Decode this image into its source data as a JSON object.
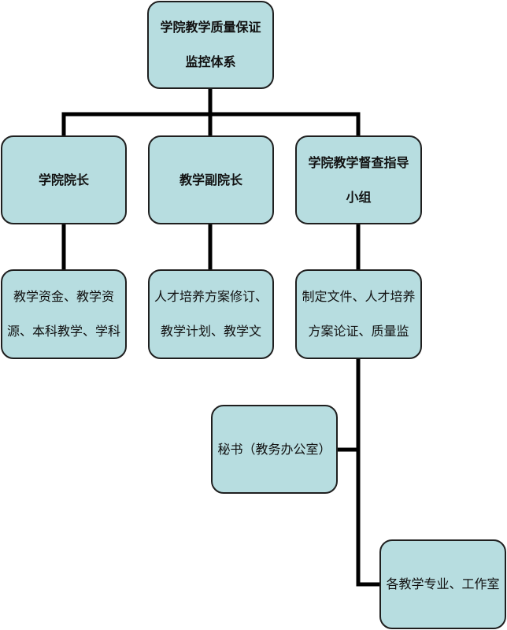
{
  "root": {
    "lines": [
      "学院教学质量保证",
      "监控体系"
    ]
  },
  "level1": {
    "dean": "学院院长",
    "vice_dean": "教学副院长",
    "supervision": [
      "学院教学督查指导",
      "小组"
    ]
  },
  "duties": {
    "dean": [
      "教学资金、教学资",
      "源、本科教学、学科"
    ],
    "vice_dean": [
      "人才培养方案修订、",
      "教学计划、教学文"
    ],
    "supervision": [
      "制定文件、人才培养",
      "方案论证、质量监"
    ]
  },
  "sub_units": {
    "secretary": "秘书（教务办公室）",
    "majors": "各教学专业、工作室"
  },
  "colors": {
    "box_fill": "#b7dde0",
    "box_border": "#1f1f1f",
    "connector": "#000000"
  }
}
